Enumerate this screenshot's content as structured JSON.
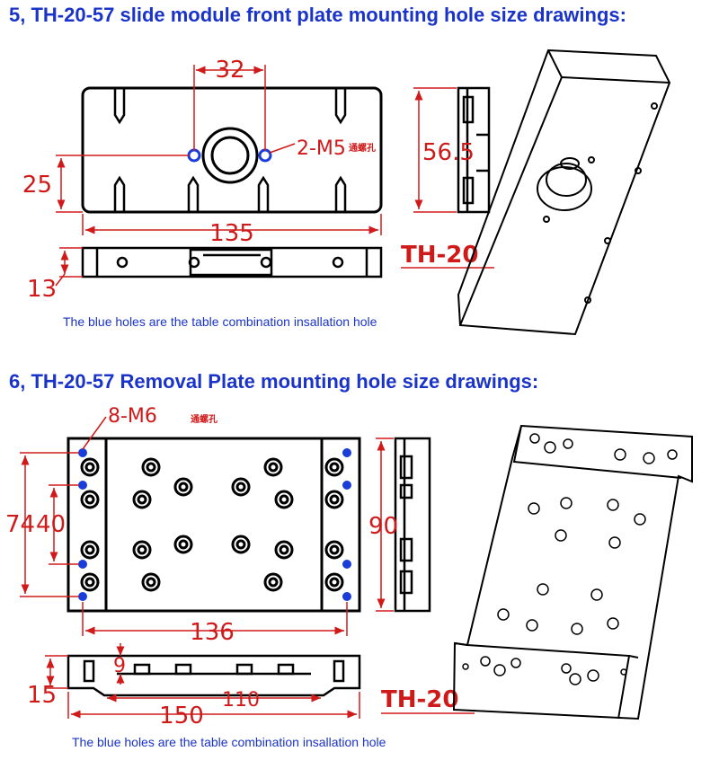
{
  "section5": {
    "title": "5, TH-20-57 slide module front plate mounting hole size drawings:",
    "dims": {
      "d32": "32",
      "d25": "25",
      "d56_5": "56.5",
      "d135": "135",
      "d13": "13"
    },
    "callout": "2-M5",
    "callout_cn": "通螺孔",
    "model": "TH-20",
    "note": "The blue holes are the table combination insallation hole"
  },
  "section6": {
    "title": "6, TH-20-57 Removal Plate mounting hole size drawings:",
    "dims": {
      "d74": "74",
      "d40": "40",
      "d90": "90",
      "d136": "136",
      "d9": "9",
      "d110": "110",
      "d15": "15",
      "d150": "150"
    },
    "callout": "8-M6",
    "callout_cn": "通螺孔",
    "model": "TH-20",
    "note": "The blue holes are the table combination insallation hole"
  },
  "colors": {
    "heading": "#1a33c8",
    "dimension": "#d01a1a",
    "blue_hole": "#1a3cd8",
    "line": "#000000"
  }
}
